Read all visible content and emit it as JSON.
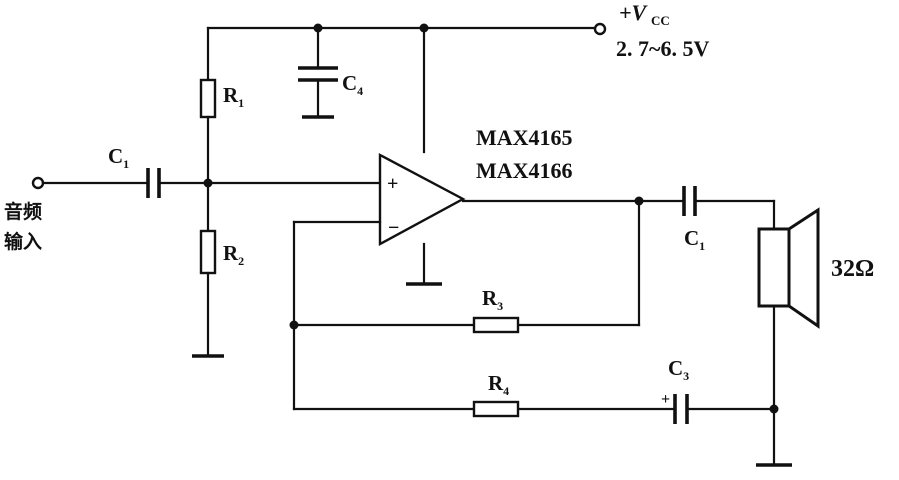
{
  "supply": {
    "symbol": "+V",
    "subscript": "CC",
    "range": "2. 7~6. 5V"
  },
  "input_label": [
    "音频",
    "输入"
  ],
  "ic": {
    "line1": "MAX4165",
    "line2": "MAX4166",
    "plus": "+",
    "minus": "−"
  },
  "components": {
    "c1_in": {
      "base": "C",
      "sub": "1"
    },
    "c4": {
      "base": "C",
      "sub": "4"
    },
    "r1": {
      "base": "R",
      "sub": "1"
    },
    "r2": {
      "base": "R",
      "sub": "2"
    },
    "r3": {
      "base": "R",
      "sub": "3"
    },
    "r4": {
      "base": "R",
      "sub": "4"
    },
    "c1_out": {
      "base": "C",
      "sub": "1"
    },
    "c3": {
      "base": "C",
      "sub": "3"
    },
    "c3_polarity": "+"
  },
  "speaker": {
    "impedance": "32Ω"
  }
}
